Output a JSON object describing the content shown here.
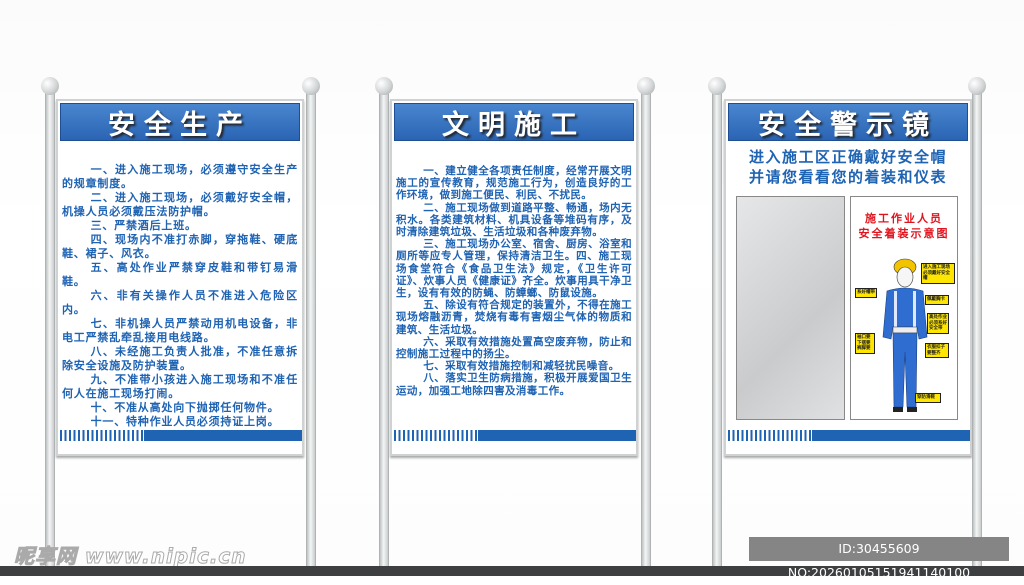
{
  "boards": [
    {
      "title": "安全生产",
      "rules": [
        "一、进入施工现场，必须遵守安全生产的规章制度。",
        "二、进入施工现场，必须戴好安全帽，机操人员必须戴压法防护帽。",
        "三、严禁酒后上班。",
        "四、现场内不准打赤脚，穿拖鞋、硬底鞋、裙子、风衣。",
        "五、高处作业严禁穿皮鞋和带钉易滑鞋。",
        "六、非有关操作人员不准进入危险区内。",
        "七、非机操人员严禁动用机电设备，非电工严禁乱牵乱接用电线路。",
        "八、未经施工负责人批准，不准任意拆除安全设施及防护装置。",
        "九、不准带小孩进入施工现场和不准任何人在施工现场打闹。",
        "十、不准从高处向下抛掷任何物件。",
        "十一、特种作业人员必须持证上岗。"
      ]
    },
    {
      "title": "文明施工",
      "rules": [
        "一、建立健全各项责任制度，经常开展文明施工的宣传教育，规范施工行为，创造良好的工作环境，做到施工便民、利民、不扰民。",
        "二、施工现场做到道路平整、畅通，场内无积水。各类建筑材料、机具设备等堆码有序，及时清除建筑垃圾、生活垃圾和各种废弃物。",
        "三、施工现场办公室、宿舍、厨房、浴室和厕所等应专人管理，保持清洁卫生。四、施工现场食堂符合《食品卫生法》规定，《卫生许可证》、炊事人员《健康证》齐全。炊事用具干净卫生，设有有效的防蝇、防蟑螂、防鼠设施。",
        "五、除设有符合规定的装置外，不得在施工现场熔融沥青，焚烧有毒有害烟尘气体的物质和建筑、生活垃圾。",
        "六、采取有效措施处置高空废弃物，防止和控制施工过程中的扬尘。",
        "七、采取有效措施控制和减轻扰民噪音。",
        "八、落实卫生防病措施，积极开展爱国卫生运动，加强工地除四害及消毒工作。"
      ]
    },
    {
      "title": "安全警示镜",
      "subtitle": [
        "进入施工区正确戴好安全帽",
        "并请您看看您的着装和仪表"
      ],
      "diagram": {
        "title": [
          "施工作业人员",
          "安全着装示意图"
        ],
        "labels": {
          "helmet": "进入施工现场必须戴好安全帽",
          "strap": "系好帽带",
          "badge": "佩戴胸卡",
          "belt": "高处作业必须系好安全带",
          "cuffs": "袖口要下摆要裤脚要",
          "buttons": "衣服扣子要整齐",
          "shoes": "穿防滑鞋"
        }
      }
    }
  ],
  "watermark": "昵享网 www.nipic.cn",
  "image_id": "ID:30455609 NO:20260105151941140100",
  "colors": {
    "header_blue": "#2a64b4",
    "text_blue": "#1f63b3",
    "diagram_red": "#e0141e",
    "tag_yellow": "#ffe600"
  }
}
